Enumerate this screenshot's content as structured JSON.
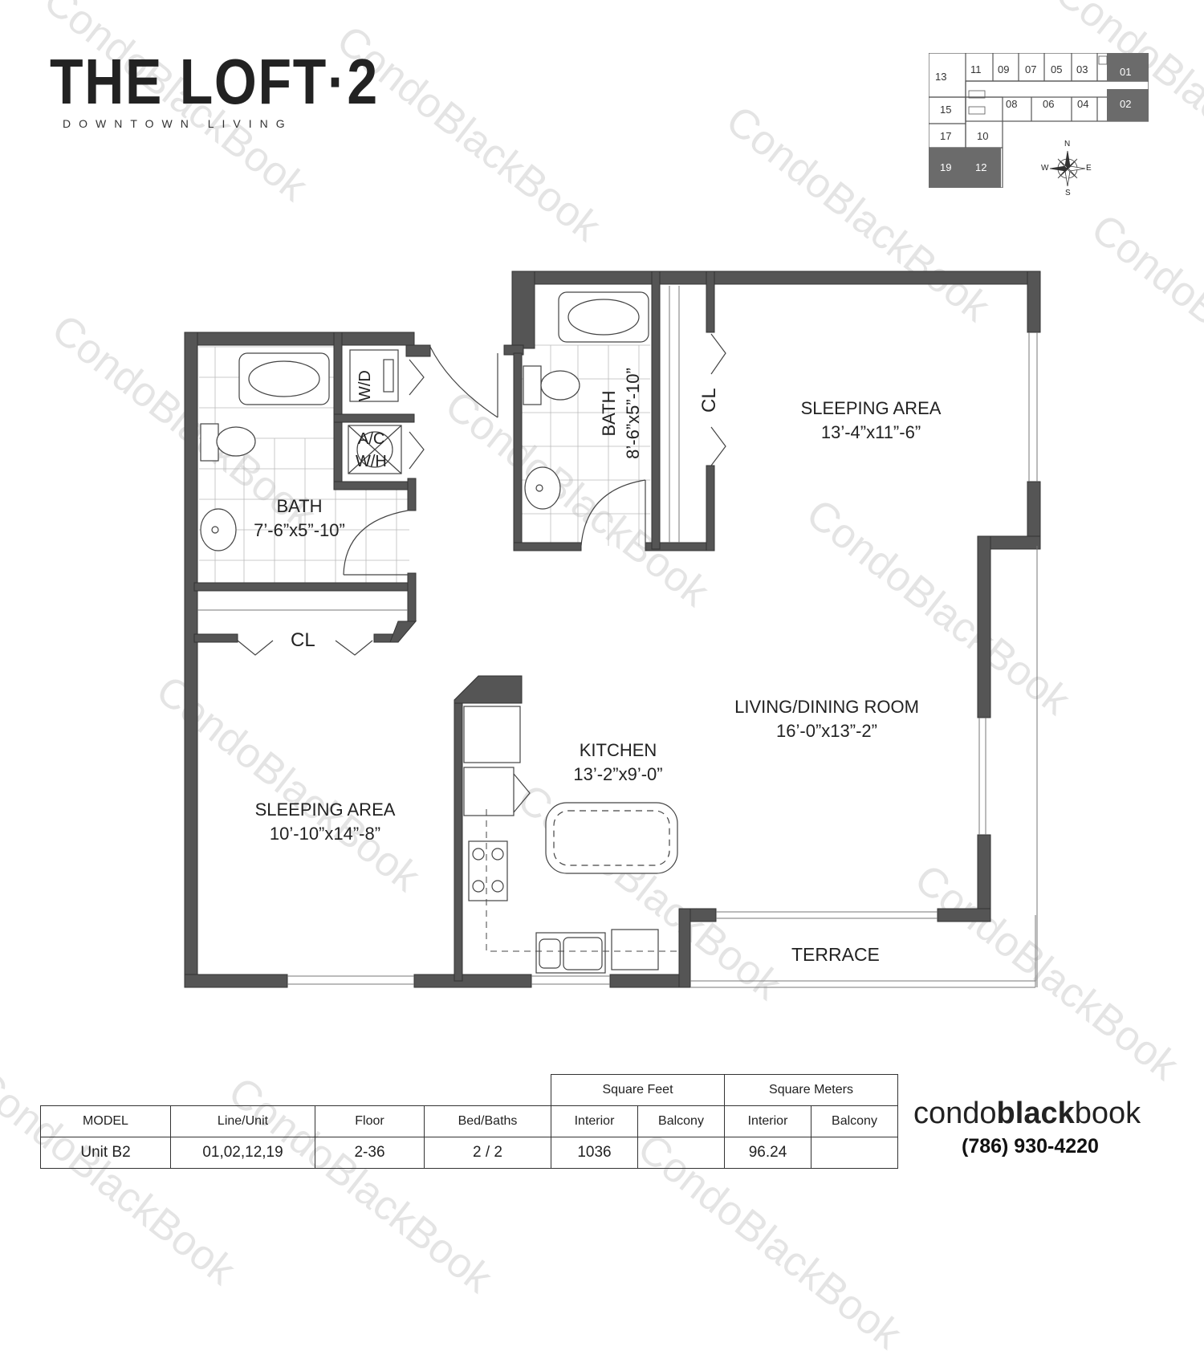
{
  "logo": {
    "title": "THE LOFT·2",
    "subtitle": "DOWNTOWN LIVING"
  },
  "watermark": "CondoBlackBook",
  "rooms": {
    "sleeping_right": {
      "name": "SLEEPING AREA",
      "size": "13’-4”x11”-6”"
    },
    "bath_top": {
      "name": "BATH",
      "size": "8’-6”x5”-10”"
    },
    "closet_top": "CL",
    "wd": "W/D",
    "acwh_line1": "A/C",
    "acwh_line2": "W/H",
    "bath_left": {
      "name": "BATH",
      "size": "7’-6”x5”-10”"
    },
    "closet_left": "CL",
    "living": {
      "name": "LIVING/DINING ROOM",
      "size": "16’-0”x13”-2”"
    },
    "kitchen": {
      "name": "KITCHEN",
      "size": "13’-2”x9’-0”"
    },
    "sleeping_left": {
      "name": "SLEEPING AREA",
      "size": "10’-10”x14”-8”"
    },
    "terrace": "TERRACE"
  },
  "keyplan": {
    "units": [
      "13",
      "11",
      "09",
      "07",
      "05",
      "03",
      "01",
      "15",
      "08",
      "06",
      "04",
      "02",
      "17",
      "10",
      "19",
      "12"
    ],
    "highlighted": [
      "01",
      "02",
      "19",
      "12"
    ],
    "compass": {
      "n": "N",
      "s": "S",
      "e": "E",
      "w": "W"
    },
    "highlight_color": "#6b6b6b"
  },
  "table": {
    "group_sqft": "Square Feet",
    "group_sqm": "Square Meters",
    "headers": [
      "MODEL",
      "Line/Unit",
      "Floor",
      "Bed/Baths",
      "Interior",
      "Balcony",
      "Interior",
      "Balcony"
    ],
    "row": [
      "Unit B2",
      "01,02,12,19",
      "2-36",
      "2 / 2",
      "1036",
      "",
      "96.24",
      ""
    ]
  },
  "brand": {
    "part1": "condo",
    "part2": "black",
    "part3": "book",
    "phone": "(786) 930-4220"
  },
  "colors": {
    "wall": "#555555",
    "line": "#333333"
  }
}
